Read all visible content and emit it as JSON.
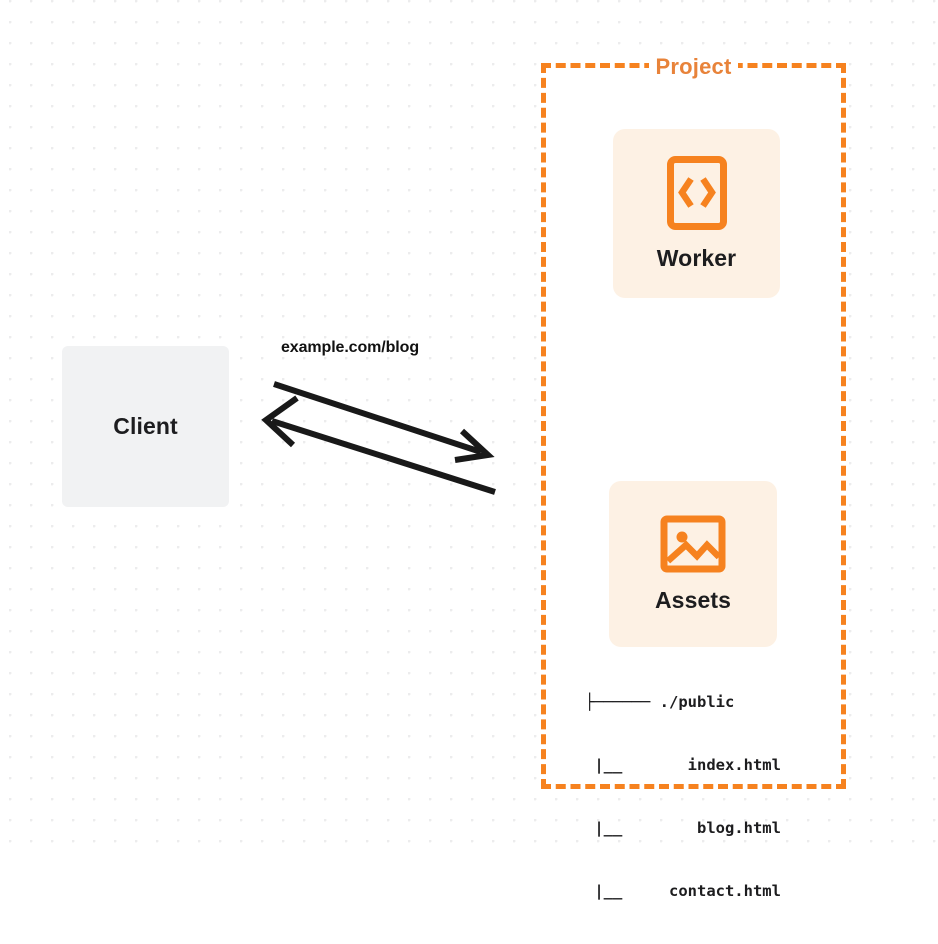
{
  "diagram": {
    "title": "Project",
    "background": {
      "dot_grid": true,
      "dot_color": "#ececed",
      "canvas_color": "#ffffff"
    },
    "colors": {
      "accent_orange": "#f6821f",
      "title_orange": "#e8833a",
      "card_fill": "#fdf1e4",
      "client_fill": "#f1f2f3",
      "text_dark": "#1d1d1f",
      "arrow_stroke": "#191919"
    },
    "client": {
      "label": "Client"
    },
    "edge": {
      "label": "example.com/blog",
      "direction": "bidirectional",
      "request_arrow": "client-to-project",
      "response_arrow": "project-to-client"
    },
    "nodes": [
      {
        "id": "worker",
        "label": "Worker",
        "icon": "code-brackets-icon"
      },
      {
        "id": "assets",
        "label": "Assets",
        "icon": "image-icon"
      }
    ],
    "file_tree": {
      "rows": [
        {
          "connector": "├───── ",
          "name": "./public"
        },
        {
          "connector": "   |__ ",
          "name": "   index.html"
        },
        {
          "connector": "   |__ ",
          "name": "    blog.html"
        },
        {
          "connector": "   |__ ",
          "name": " contact.html"
        }
      ],
      "lines": [
        "├────── ./public",
        " |__       index.html",
        " |__        blog.html",
        " |__     contact.html"
      ]
    }
  }
}
